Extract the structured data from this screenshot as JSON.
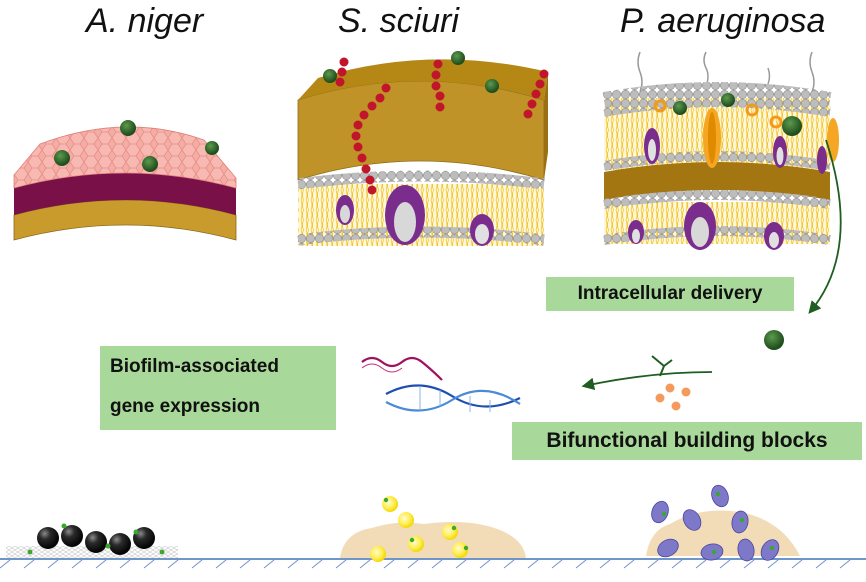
{
  "species": {
    "a_niger": "A. niger",
    "s_sciuri": "S. sciuri",
    "p_aeruginosa": "P. aeruginosa"
  },
  "labels": {
    "intracellular_delivery": "Intracellular delivery",
    "biofilm_line1": "Biofilm-associated",
    "biofilm_line2": "gene expression",
    "bifunctional": "Bifunctional building blocks"
  },
  "colors": {
    "label_bg": "#a8d89a",
    "arrow": "#1f5e20",
    "peptidoglycan": "#c89b2c",
    "fungal_wall": "#f2a8a0",
    "fungal_membrane": "#7a1048",
    "lipid_head": "#b8b8b8",
    "protein": "#7b2d8e",
    "nanoparticle": "#2f6b2a",
    "teichoic": "#c0152b",
    "surface": "#6f95c9"
  }
}
